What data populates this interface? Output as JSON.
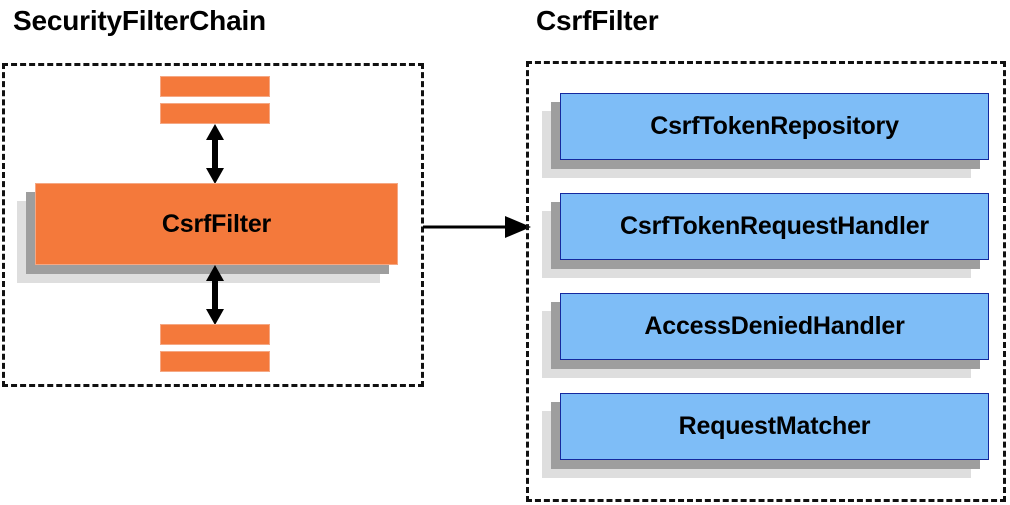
{
  "diagram": {
    "title_left": "SecurityFilterChain",
    "title_right": "CsrfFilter",
    "left_panel": {
      "main_node": "CsrfFilter",
      "slivers_top_count": 2,
      "slivers_bottom_count": 2,
      "arrow_top": "double-headed-vertical-arrow",
      "arrow_bottom": "double-headed-vertical-arrow"
    },
    "connector": {
      "kind": "single-headed-horizontal-arrow",
      "from": "SecurityFilterChain",
      "to": "CsrfFilter"
    },
    "right_panel": {
      "nodes": [
        {
          "label": "CsrfTokenRepository"
        },
        {
          "label": "CsrfTokenRequestHandler"
        },
        {
          "label": "AccessDeniedHandler"
        },
        {
          "label": "RequestMatcher"
        }
      ]
    },
    "colors": {
      "orange_fill": "#f4793b",
      "orange_border": "#f5a884",
      "blue_fill": "#7ebdf7",
      "blue_border": "#15299e",
      "shadow_dark": "#9e9e9e",
      "shadow_light": "#dedede",
      "outline_dashed": "#111111",
      "text": "#000000",
      "background": "#ffffff"
    }
  }
}
